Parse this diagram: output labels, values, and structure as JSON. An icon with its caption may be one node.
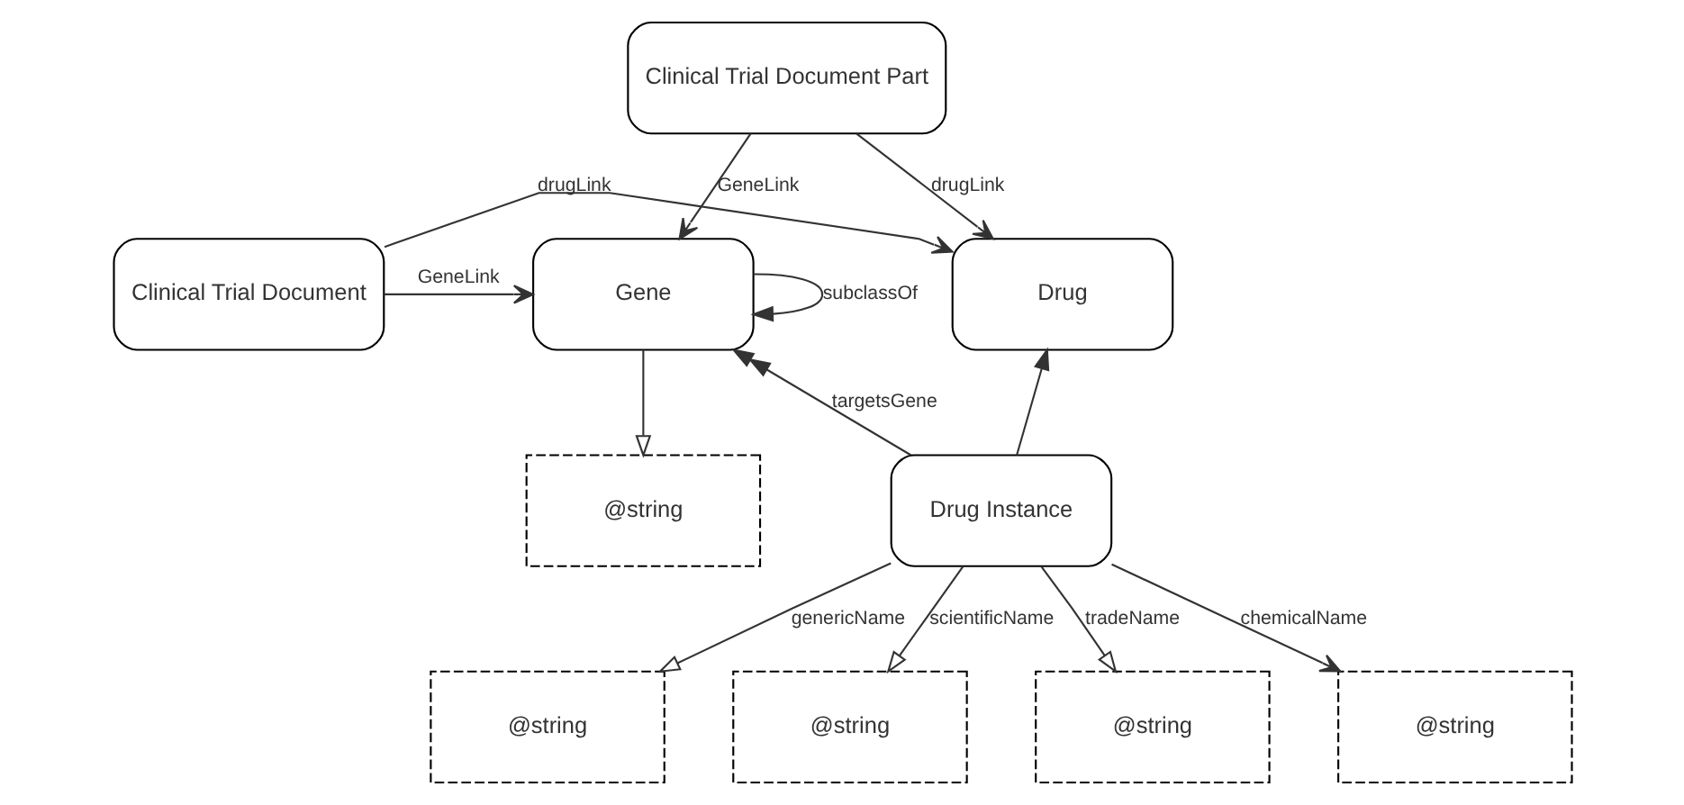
{
  "diagram": {
    "nodes": [
      {
        "text": [
          "Gene"
        ]
      },
      {
        "text": [
          "Clinical Trial Document"
        ]
      },
      {
        "text": [
          "Clinical Trial Document Part"
        ]
      },
      {
        "text": [
          "Drug"
        ]
      },
      {
        "text": [
          "@string"
        ]
      },
      {
        "text": [
          "Drug Instance"
        ]
      },
      {
        "text": [
          "@string"
        ]
      },
      {
        "text": [
          "@string"
        ]
      },
      {
        "text": [
          "@string"
        ]
      },
      {
        "text": [
          "@string"
        ]
      }
    ],
    "edges": [
      {
        "from": 0,
        "to": 0,
        "arrow": "to",
        "label": "subclassOf"
      },
      {
        "from": 1,
        "to": 0,
        "arrow": "to",
        "label": "GeneLink"
      },
      {
        "from": 1,
        "to": 3,
        "arrow": "to",
        "label": "drugLink"
      },
      {
        "from": 2,
        "to": 0,
        "arrow": "to",
        "label": "GeneLink"
      },
      {
        "from": 2,
        "to": 3,
        "arrow": "to",
        "label": "drugLink"
      },
      {
        "from": 0,
        "to": 4,
        "arrow": "to"
      },
      {
        "from": 5,
        "to": 3,
        "arrow": "to"
      },
      {
        "from": 5,
        "to": 0,
        "arrow": "to",
        "label": "targetsGene"
      },
      {
        "from": 5,
        "to": 6,
        "arrow": "to",
        "label": "genericName"
      },
      {
        "from": 5,
        "to": 7,
        "arrow": "to",
        "label": "scientificName"
      },
      {
        "from": 5,
        "to": 8,
        "arrow": "to",
        "label": "tradeName"
      },
      {
        "from": 5,
        "to": 9,
        "arrow": "to",
        "label": "chemicalName"
      }
    ]
  }
}
